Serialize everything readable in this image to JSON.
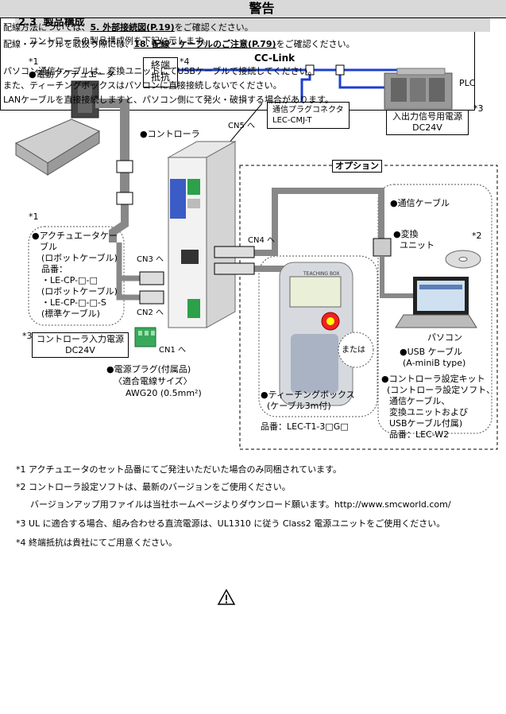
{
  "section": {
    "number": "2.3",
    "title": "製品構成"
  },
  "intro": "コントローラの製品構成例を下記に示します。",
  "diagram": {
    "actuator_note": "*1",
    "actuator_label": "●電動アクチュエータ",
    "terminator_label_1": "終端",
    "terminator_label_2": "抵抗",
    "terminator_note": "*4",
    "cclink": "CC-Link",
    "plc": "PLC",
    "io_power_note": "*3",
    "io_power_1": "入出力信号用電源",
    "io_power_2": "DC24V",
    "connector_1": "通信プラグコネクタ",
    "connector_2": "LEC-CMJ-T",
    "cn5": "CN5 へ",
    "controller": "●コントローラ",
    "option": "オプション",
    "comm_cable": "●通信ケーブル",
    "converter_1": "●変換",
    "converter_2": "ユニット",
    "software_note": "*2",
    "cable_note": "*1",
    "cable_1": "●アクチュエータケー",
    "cable_2": "ブル",
    "cable_3": "(ロボットケーブル)",
    "cable_4": "品番：",
    "cable_5": "・LE-CP-□-□",
    "cable_6": "(ロボットケーブル)",
    "cable_7": "・LE-CP-□-□-S",
    "cable_8": "(標準ケーブル)",
    "cn3": "CN3 へ",
    "cn4": "CN4 へ",
    "cn2": "CN2 へ",
    "cn1": "CN1 へ",
    "ctrl_power_note": "*3",
    "ctrl_power_1": "コントローラ入力電源",
    "ctrl_power_2": "DC24V",
    "plug_1": "●電源プラグ(付属品)",
    "plug_2": "〈適合電線サイズ〉",
    "plug_3": "AWG20 (0.5mm²)",
    "teaching_1": "●ティーチングボックス",
    "teaching_2": "(ケーブル3m付)",
    "teaching_part": "品番：LEC-T1-3□G□",
    "teaching_brand": "TEACHING BOX",
    "or": "または",
    "pc": "パソコン",
    "usb_1": "●USB ケーブル",
    "usb_2": "(A-miniB type)",
    "kit_1": "●コントローラ設定キット",
    "kit_2": "(コントローラ設定ソフト、",
    "kit_3": "通信ケーブル、",
    "kit_4": "変換ユニットおよび",
    "kit_5": "USBケーブル付属)",
    "kit_6": "品番：LEC-W2"
  },
  "notes": [
    "*1 アクチュエータのセット品番にてご発注いただいた場合のみ同梱されています。",
    "*2 コントローラ設定ソフトは、最新のバージョンをご使用ください。",
    "バージョンアップ用ファイルは当社ホームページよりダウンロード願います。http://www.smcworld.com/",
    "*3 UL に適合する場合、組み合わせる直流電源は、UL1310 に従う Class2 電源ユニットをご使用ください。",
    "*4 終端抵抗は貴社にてご用意ください。"
  ],
  "warning": {
    "title": "警告",
    "line1_pre": "配線方法については、",
    "line1_link": "5. 外部接続図(P.19)",
    "line1_post": "をご確認ください。",
    "line2_pre": "配線・ケーブルを取扱う際には、",
    "line2_link": "18. 配線・ケーブルのご注意(P.79)",
    "line2_post": "をご確認ください。",
    "line3": "パソコン通信ケーブルは、変換ユニットにてUSBケーブルで接続してください。",
    "line4": "また、ティーチングボックスはパソコンに直接接続しないでください。",
    "line5": "LANケーブルを直接接続しますと、パソコン側にて発火・破損する場合があります。"
  }
}
